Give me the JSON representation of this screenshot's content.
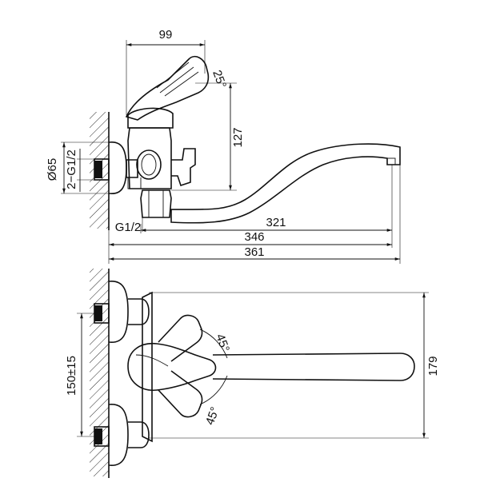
{
  "dimensions": {
    "width_99": "99",
    "angle_25": "25°",
    "height_127": "127",
    "diameter_65": "Ø65",
    "thread_2g12": "2−G1/2",
    "thread_g12": "G1/2",
    "length_321": "321",
    "length_346": "346",
    "length_361": "361",
    "angle_45_top": "45°",
    "angle_45_bottom": "45°",
    "spacing_150": "150±15",
    "depth_179": "179"
  }
}
